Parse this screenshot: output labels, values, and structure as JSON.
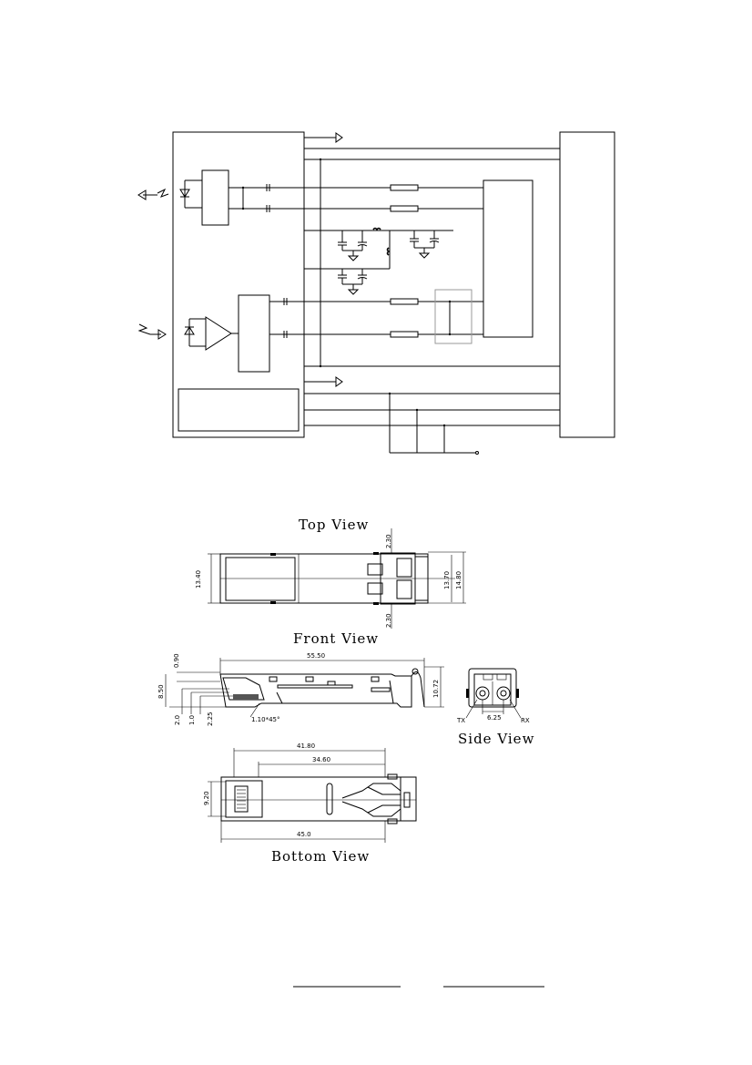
{
  "views": {
    "top": "Top  View",
    "front": "Front  View",
    "side": "Side  View",
    "bottom": "Bottom   View"
  },
  "dimensions": {
    "top_view": [
      "2.30",
      "13.40",
      "13.70",
      "14.80",
      "2.30"
    ],
    "front_view": [
      "55.50",
      "0.90",
      "8.50",
      "10.72",
      "2.0",
      "1.0",
      "2.25",
      "1.10*45°"
    ],
    "side_view": [
      "TX",
      "6.25",
      "RX"
    ],
    "bottom_view": [
      "41.80",
      "34.60",
      "9.20",
      "45.0"
    ]
  }
}
